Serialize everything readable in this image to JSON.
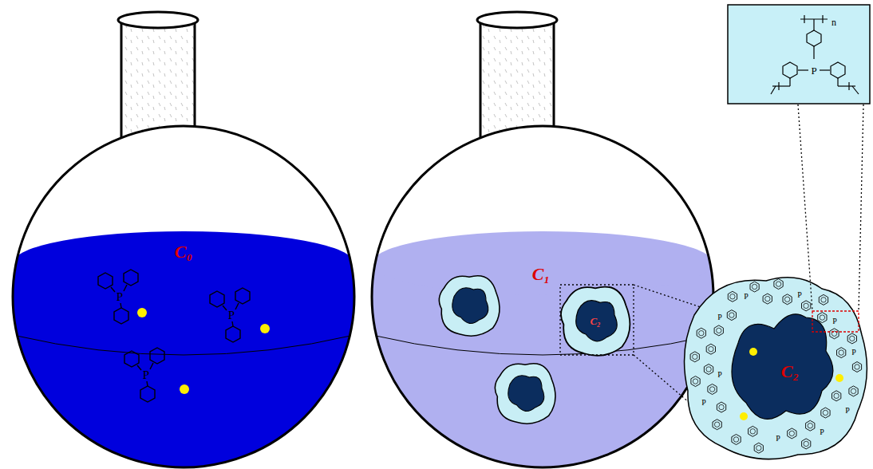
{
  "diagram": {
    "labels": [
      "C₀",
      "C₁",
      "C₂",
      "C₂",
      "P",
      "P",
      "P",
      "n",
      "P",
      "P",
      "P",
      "P",
      "P",
      "P",
      "P",
      "P",
      "P",
      "P",
      "P"
    ]
  }
}
